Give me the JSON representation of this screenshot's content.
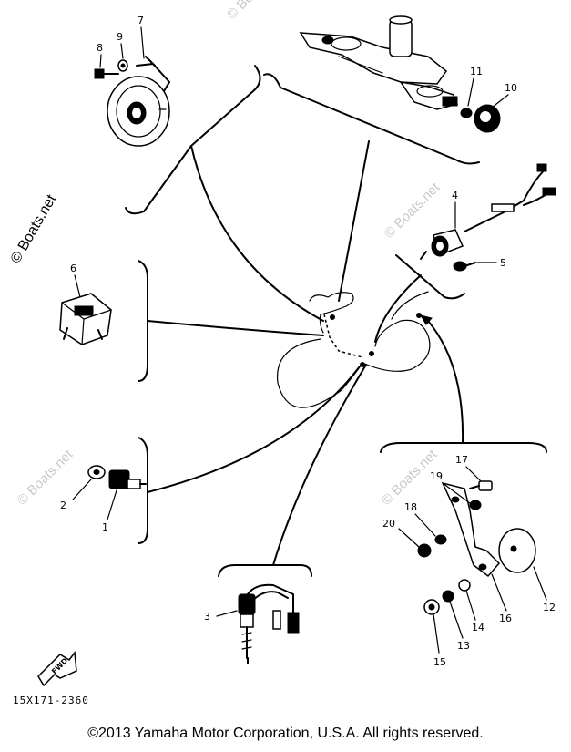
{
  "watermarks": {
    "main": "© Boats.net",
    "faint": "© Boats.net"
  },
  "diagram_code": "15X171-2360",
  "fwd_label": "FWD",
  "copyright": "©2013 Yamaha Motor Corporation, U.S.A. All rights reserved.",
  "part_numbers": {
    "p1": "1",
    "p2": "2",
    "p3": "3",
    "p4": "4",
    "p5": "5",
    "p6": "6",
    "p7": "7",
    "p8": "8",
    "p9": "9",
    "p10": "10",
    "p11": "11",
    "p12": "12",
    "p13": "13",
    "p14": "14",
    "p15": "15",
    "p16": "16",
    "p17": "17",
    "p18": "18",
    "p19": "19",
    "p20": "20"
  }
}
